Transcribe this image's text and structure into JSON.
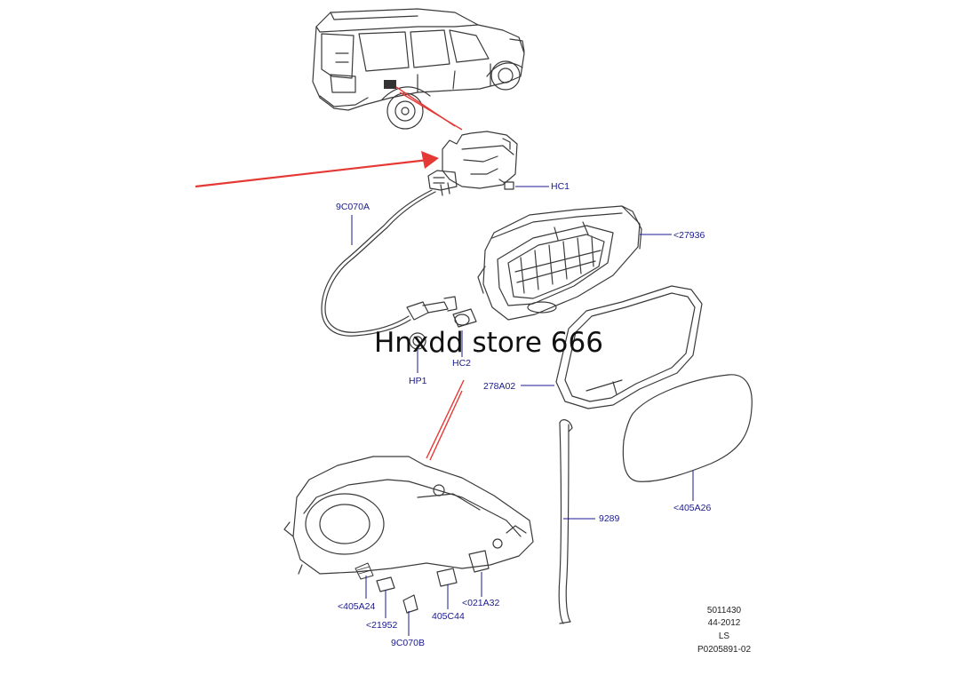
{
  "watermark": "Hnxdd store 666",
  "callouts": {
    "hc1": "HC1",
    "c9c070a": "9C070A",
    "c27936": "<27936",
    "hc2": "HC2",
    "hp1": "HP1",
    "c278a02": "278A02",
    "c9289": "9289",
    "c405a26": "<405A26",
    "c405a24": "<405A24",
    "c21952": "<21952",
    "c9c070b": "9C070B",
    "c405c44": "405C44",
    "c021a32": "<021A32"
  },
  "drawing_info": {
    "number": "5011430",
    "date": "44-2012",
    "model": "LS",
    "ref": "P0205891-02"
  },
  "colors": {
    "leader": "#1a1a8c",
    "red_arrow": "#e53935",
    "line_art": "#3a3a3a"
  }
}
